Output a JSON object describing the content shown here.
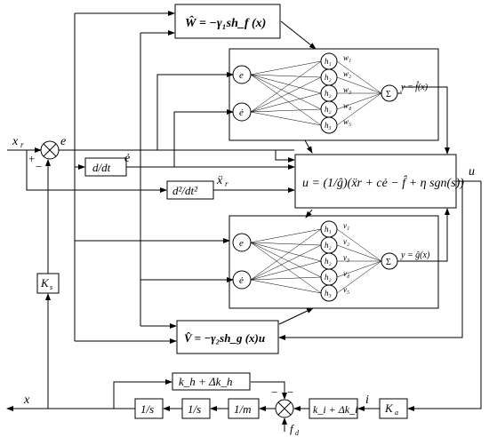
{
  "signals": {
    "xr": "x",
    "xr_sub": "r",
    "e": "e",
    "e_dot": "ė",
    "xr_ddot": "ẍ",
    "xr_ddot_sub": "r",
    "u": "u",
    "x": "x",
    "i": "i",
    "fd": "f",
    "fd_sub": "d",
    "plus": "+",
    "minus": "−"
  },
  "blocks": {
    "w_update": "Ŵ = −γ₁sh_f (x)",
    "v_update": "V̂ = −γ₂sh_g (x)u",
    "ddt": "d/dt",
    "d2dt2": "d²/dt²",
    "control_law": "u = (1/ĝ)(ẍr + cė − f̂ + η sgn(s))",
    "ks": "K",
    "ks_sub": "s",
    "ka": "K",
    "ka_sub": "a",
    "ki": "k_i + Δk_i",
    "kh": "k_h + Δk_h",
    "int1": "1/s",
    "int2": "1/s",
    "mass": "1/m"
  },
  "nn_top": {
    "inputs": [
      "e",
      "ė"
    ],
    "hidden": [
      "h₁",
      "h₂",
      "h₂",
      "h₂",
      "h₃"
    ],
    "weights": [
      "w₁",
      "w₂",
      "w₃",
      "w₄",
      "w₅"
    ],
    "sum": "Σ",
    "output": "y = f̂(x)"
  },
  "nn_bottom": {
    "inputs": [
      "e",
      "ė"
    ],
    "hidden": [
      "h₁",
      "h₂",
      "h₂",
      "h₂",
      "h₃"
    ],
    "weights": [
      "v₁",
      "v₂",
      "v₃",
      "v₄",
      "v₅"
    ],
    "sum": "Σ",
    "output": "y = ĝ(x)"
  }
}
